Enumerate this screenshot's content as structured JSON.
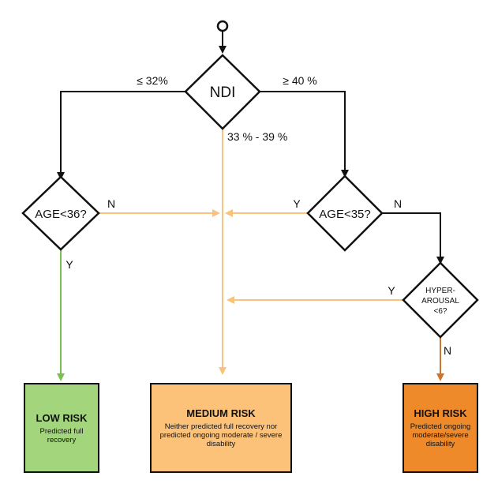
{
  "nodes": {
    "ndi": "NDI",
    "age36": "AGE<36?",
    "age35": "AGE<35?",
    "hyperarousal": [
      "HYPER-",
      "AROUSAL",
      "<6?"
    ]
  },
  "edges": {
    "ndi_left": "≤ 32%",
    "ndi_right": "≥ 40 %",
    "ndi_middle": "33 % - 39 %",
    "age36_no": "N",
    "age36_yes": "Y",
    "age35_yes": "Y",
    "age35_no": "N",
    "hyper_yes": "Y",
    "hyper_no": "N"
  },
  "outcomes": {
    "low": {
      "title": "LOW RISK",
      "desc": "Predicted full recovery",
      "color": "#a3d67c"
    },
    "medium": {
      "title": "MEDIUM RISK",
      "desc": "Neither predicted full recovery nor predicted ongoing moderate / severe disability",
      "color": "#fcc27a"
    },
    "high": {
      "title": "HIGH RISK",
      "desc": "Predicted ongoing moderate/severe disability",
      "color": "#ef8a2a"
    }
  },
  "colors": {
    "line_black": "#111111",
    "line_green": "#7cbf4e",
    "line_light_orange": "#f9c27d",
    "line_dark_orange": "#d0742b"
  }
}
